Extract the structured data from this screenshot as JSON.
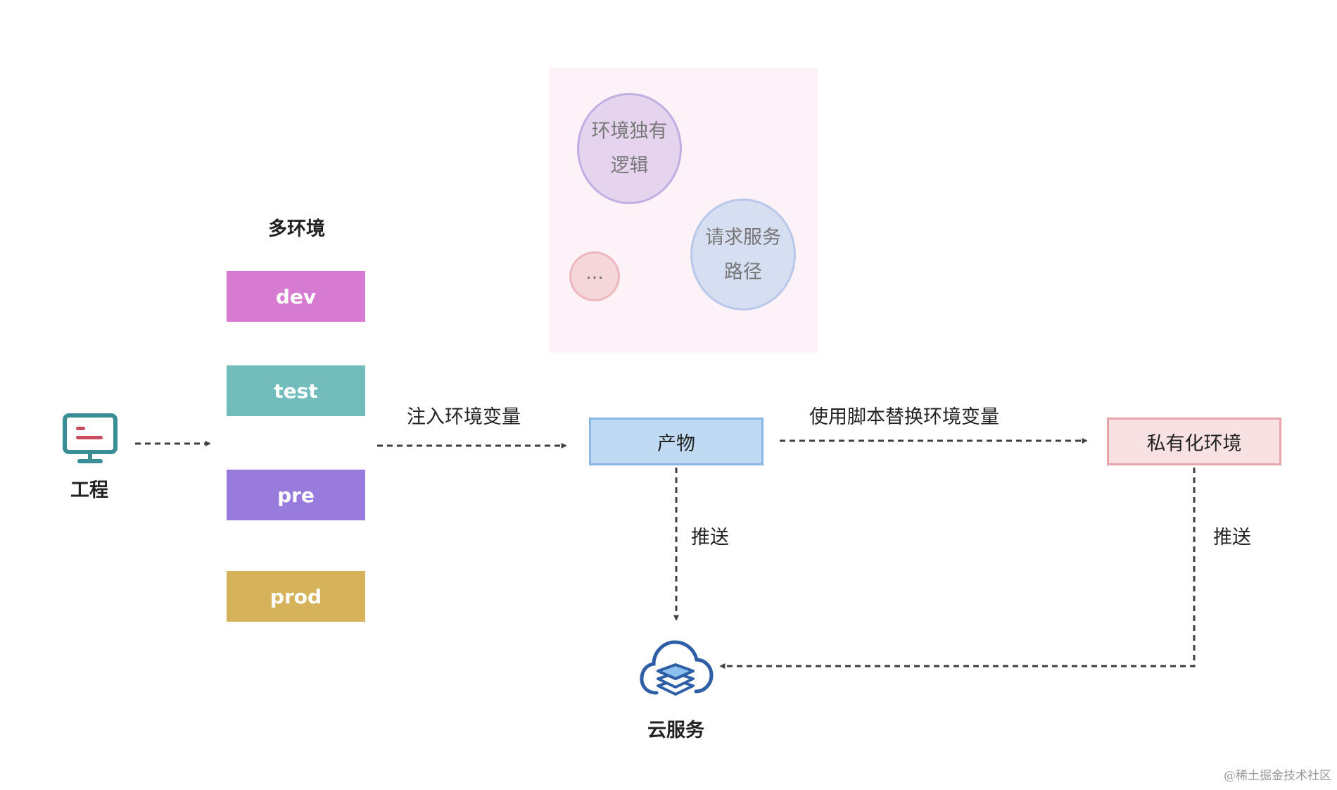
{
  "diagram": {
    "project": {
      "label": "工程"
    },
    "envs": {
      "title": "多环境",
      "items": [
        {
          "label": "dev",
          "color": "#d67bd1"
        },
        {
          "label": "test",
          "color": "#72bcbc"
        },
        {
          "label": "pre",
          "color": "#987bdc"
        },
        {
          "label": "prod",
          "color": "#d6b35a"
        }
      ]
    },
    "panel": {
      "color": "#fdf2f8",
      "bubbles": [
        {
          "text": "环境独有\n逻辑",
          "fill": "#e6d4ef",
          "border": "#c1aee2"
        },
        {
          "text": "请求服务\n路径",
          "fill": "#d6def1",
          "border": "#b9c8ea"
        },
        {
          "text": "...",
          "fill": "#f5d6d9",
          "border": "#edb8bd"
        }
      ]
    },
    "edges": {
      "inject": "注入环境变量",
      "replace": "使用脚本替换环境变量",
      "push_artifact": "推送",
      "push_private": "推送"
    },
    "artifact": {
      "label": "产物",
      "fill": "#bfdaf2",
      "border": "#8ab7e6"
    },
    "private_env": {
      "label": "私有化环境",
      "fill": "#f8e1e3",
      "border": "#e9a3aa"
    },
    "cloud": {
      "label": "云服务"
    }
  },
  "watermark": "@稀土掘金技术社区",
  "colors": {
    "arrow": "#3f3f3f",
    "icon_teal": "#3a8f97",
    "icon_red": "#c94a5e",
    "cloud_blue": "#2e5fa6"
  }
}
